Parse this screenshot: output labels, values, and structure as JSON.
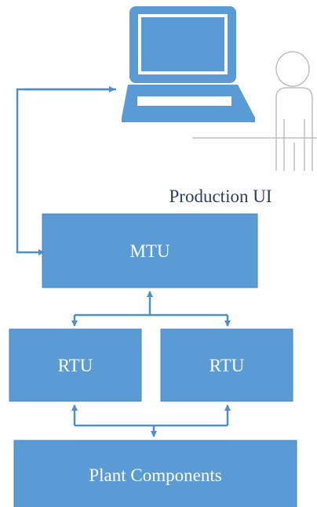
{
  "caption": "Production UI",
  "nodes": {
    "mtu": "MTU",
    "rtu_left": "RTU",
    "rtu_right": "RTU",
    "plant": "Plant Components"
  },
  "colors": {
    "box_fill": "#5b9bd5",
    "box_stroke": "#4a86bf",
    "arrow": "#4a8fd0",
    "laptop": "#5b9bd5",
    "person_outline": "#bfbfbf",
    "caption_text": "#2a3f66",
    "box_text": "#ffffff"
  },
  "icons": {
    "laptop": "laptop-icon",
    "person": "person-icon"
  }
}
